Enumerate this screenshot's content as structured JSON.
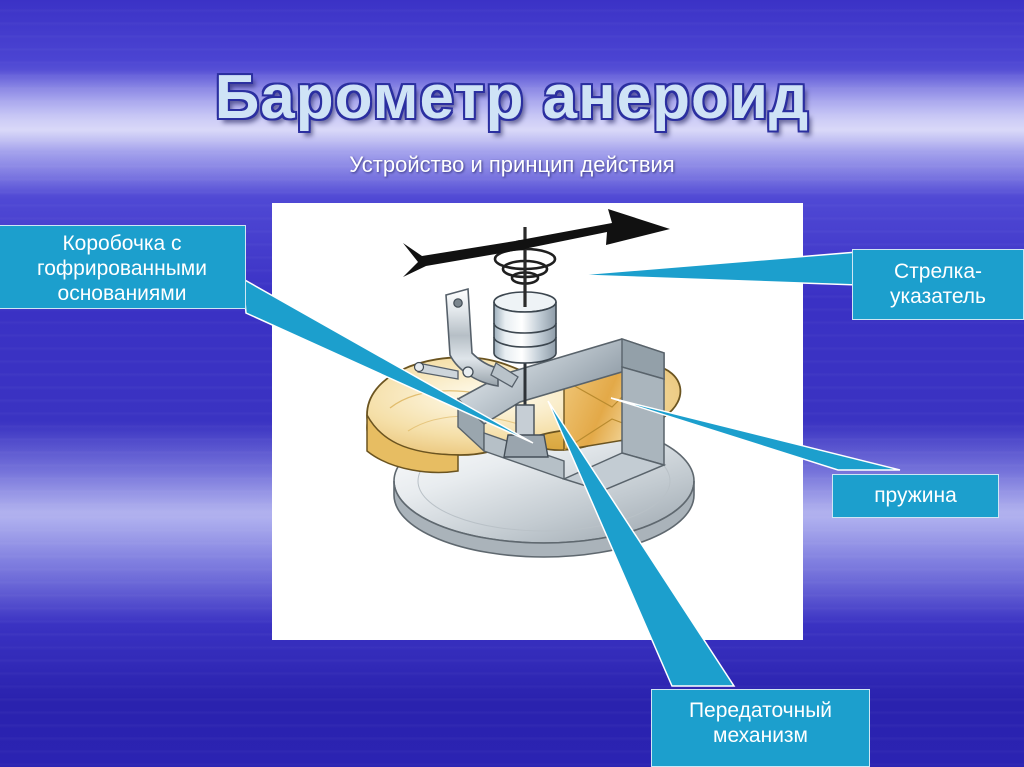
{
  "slide": {
    "title": "Барометр анероид",
    "subtitle": "Устройство и принцип действия",
    "accent_color": "#1c9fcd",
    "background_color": "#3a31c4",
    "panel_color": "#ffffff"
  },
  "labels": {
    "box": "Коробочка с гофрированными основаниями",
    "box_lines": [
      "Коробочка с",
      "гофрированными",
      "основаниями"
    ],
    "pointer": "Стрелка-указатель",
    "pointer_lines": [
      "Стрелка-",
      "указатель"
    ],
    "spring": "пружина",
    "spring_lines": [
      "пружина"
    ],
    "gear": "Передаточный механизм",
    "gear_lines": [
      "Передаточный",
      "механизм"
    ]
  },
  "diagram": {
    "name": "aneroid-barometer-cutaway",
    "parts": [
      {
        "name": "pointer-needle",
        "color": "#1a1a1a"
      },
      {
        "name": "hairspring-coil",
        "color": "#2a2a2a"
      },
      {
        "name": "drum-cylinder",
        "color": "#c9d4dd"
      },
      {
        "name": "lever-linkage",
        "color": "#b9c2c9"
      },
      {
        "name": "aneroid-cell",
        "color": "#f2d08a"
      },
      {
        "name": "leaf-spring-bracket",
        "color": "#9aa4ac"
      },
      {
        "name": "base-plate",
        "color": "#cfd4d8"
      }
    ]
  }
}
